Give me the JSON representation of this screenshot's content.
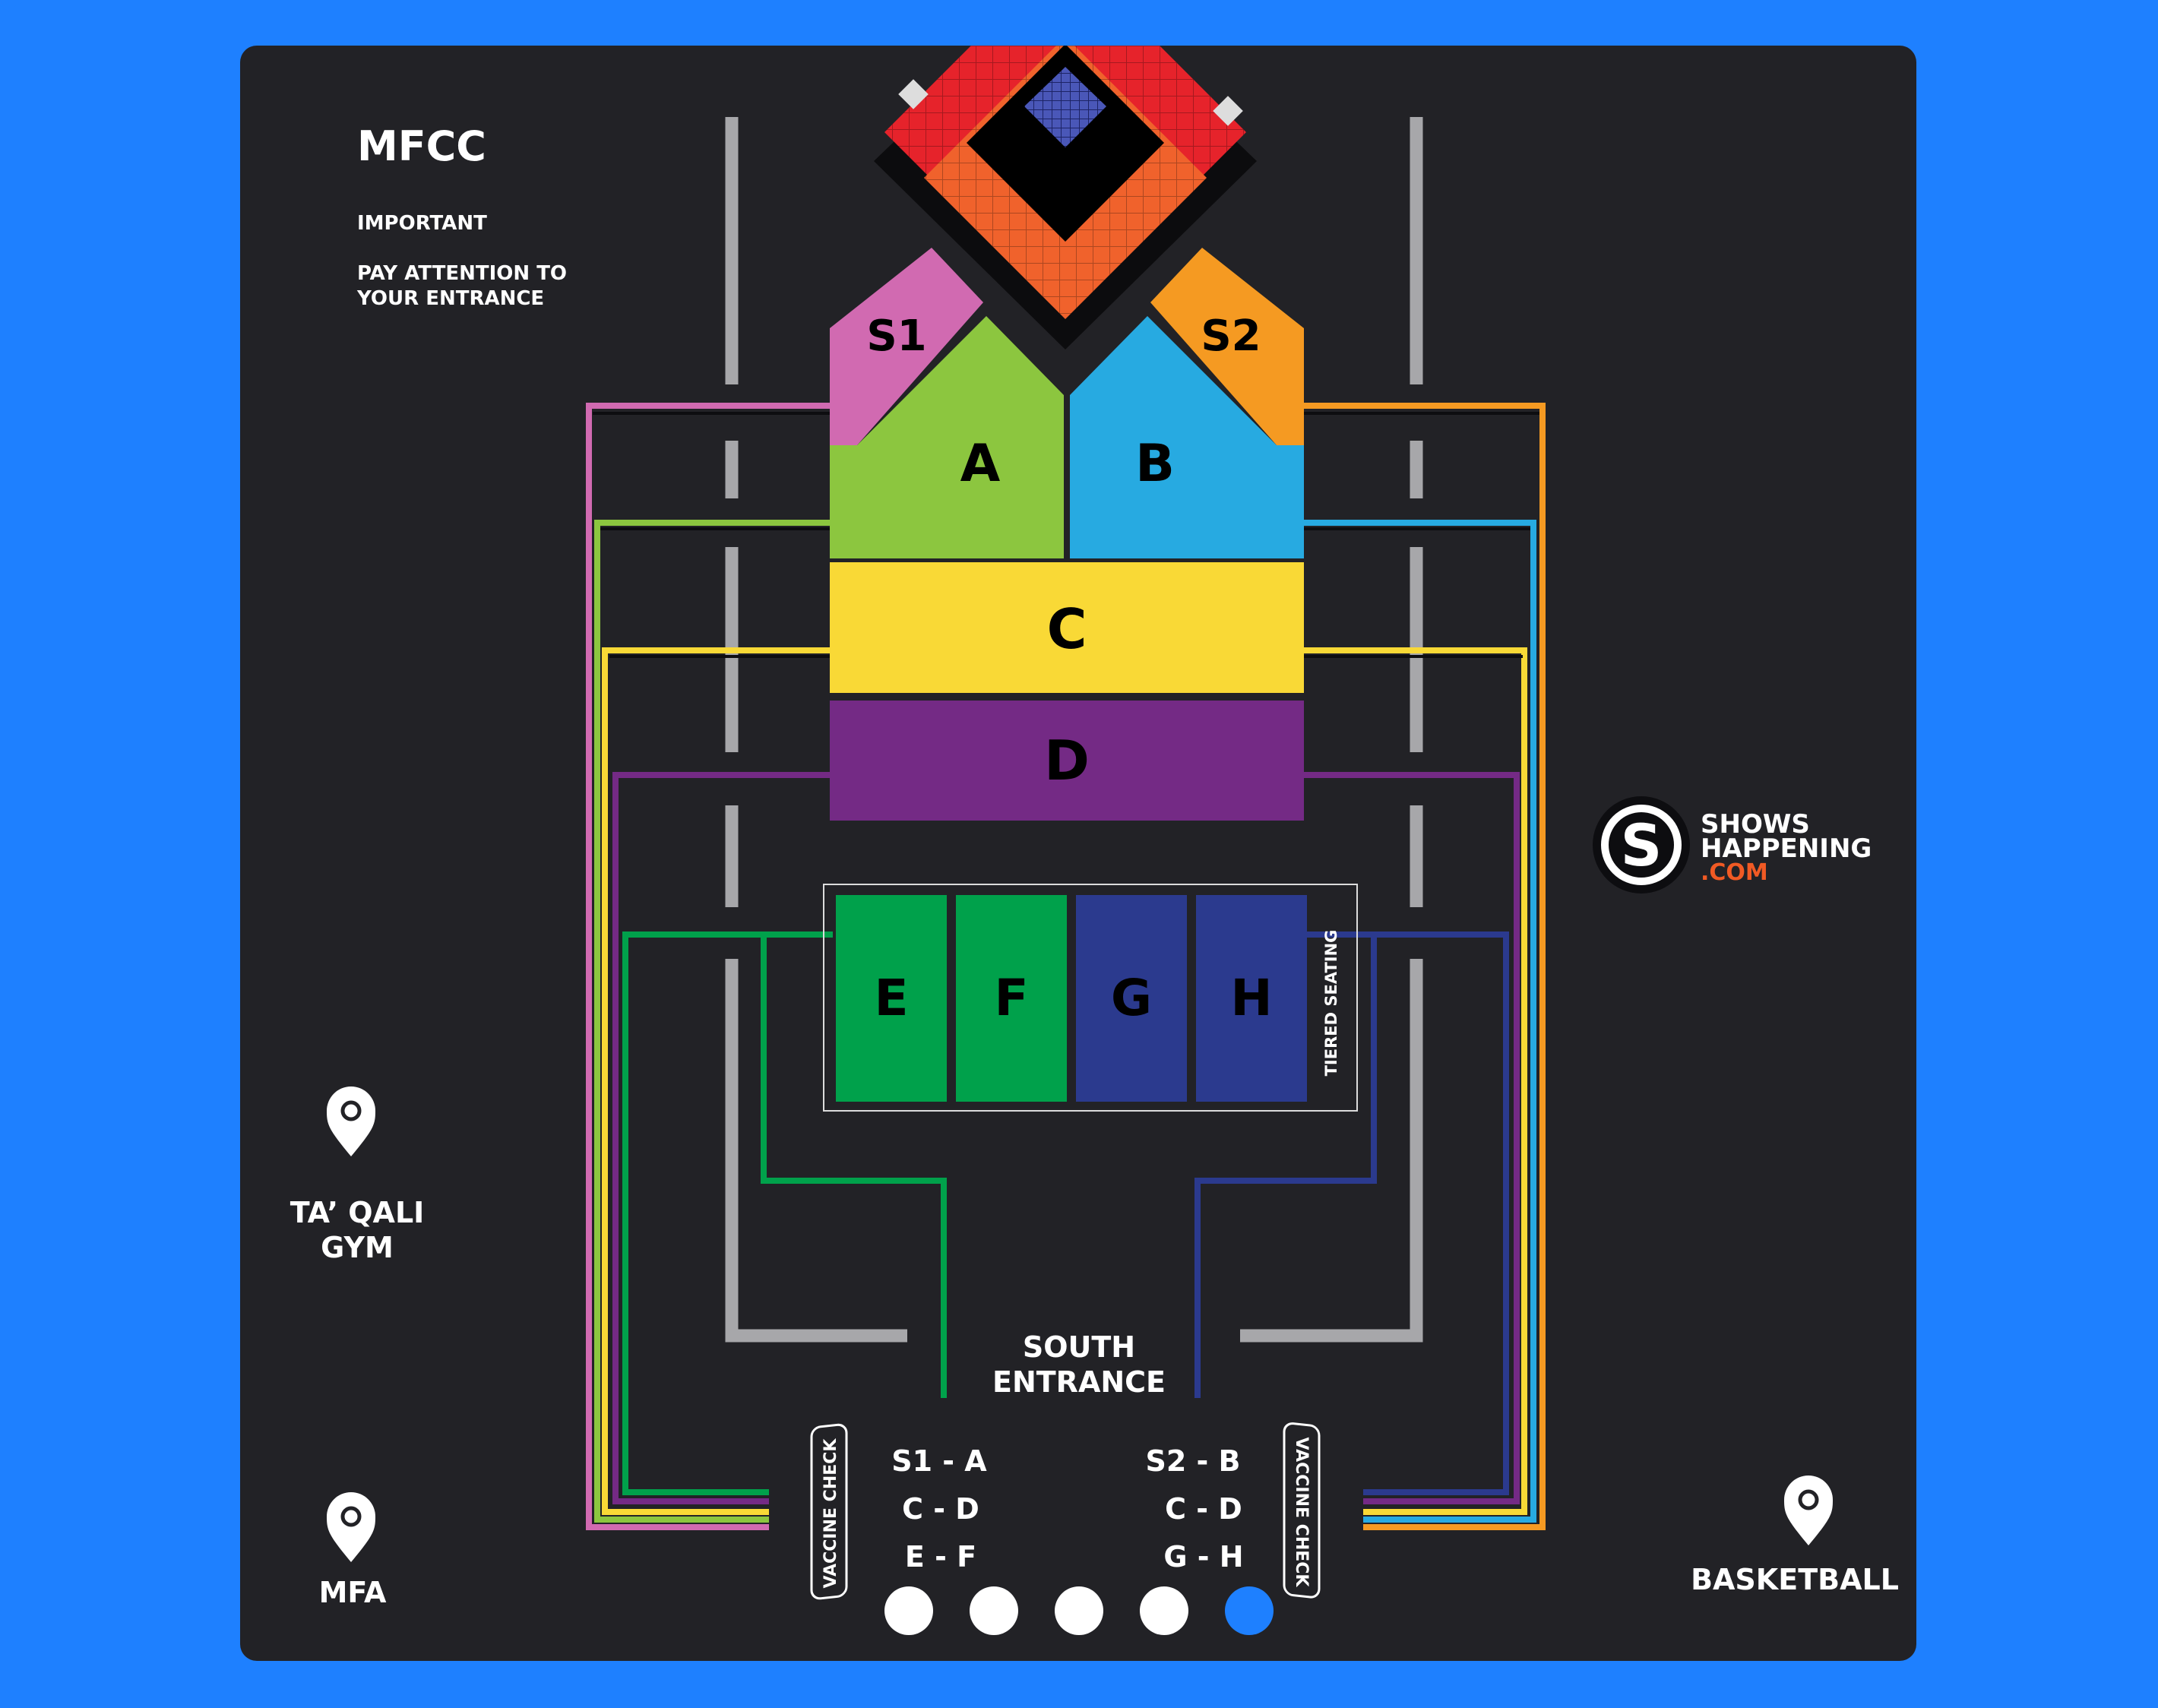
{
  "header": {
    "title": "MFCC",
    "important": "IMPORTANT",
    "notice_line1": "PAY ATTENTION TO",
    "notice_line2": "YOUR ENTRANCE"
  },
  "sections": {
    "s1": "S1",
    "s2": "S2",
    "a": "A",
    "b": "B",
    "c": "C",
    "d": "D",
    "e": "E",
    "f": "F",
    "g": "G",
    "h": "H"
  },
  "tiered_seating": "TIERED SEATING",
  "entrance": {
    "line1": "SOUTH",
    "line2": "ENTRANCE"
  },
  "vaccine_check_left": "VACCINE CHECK",
  "vaccine_check_right": "VACCINE CHECK",
  "routing": {
    "left": [
      "S1 - A",
      "C - D",
      "E - F"
    ],
    "right": [
      "S2 - B",
      "C - D",
      "G - H"
    ]
  },
  "locations": {
    "gym_line1": "TA’ QALI",
    "gym_line2": "GYM",
    "mfa": "MFA",
    "basketball": "BASKETBALL"
  },
  "brand": {
    "letter": "S",
    "line1": "SHOWS",
    "line2": "HAPPENING",
    "line3": ".COM"
  },
  "pagination": {
    "total": 5,
    "active_index": 4
  },
  "colors": {
    "background": "#1e80ff",
    "map": "#222226",
    "stage_red": "#e6232b",
    "stage_orange": "#f0622c",
    "s1": "#d16ab1",
    "s2": "#f59a22",
    "a": "#8cc63f",
    "b": "#27aae1",
    "c": "#f9d936",
    "d": "#742a85",
    "e": "#00a14b",
    "f": "#00a14b",
    "g": "#2b3a8e",
    "h": "#2b3a8e",
    "brand_accent": "#f15a24",
    "page_dot_active": "#1e80ff"
  },
  "icons": [
    "map-pin-icon",
    "showshappening-logo-icon"
  ]
}
